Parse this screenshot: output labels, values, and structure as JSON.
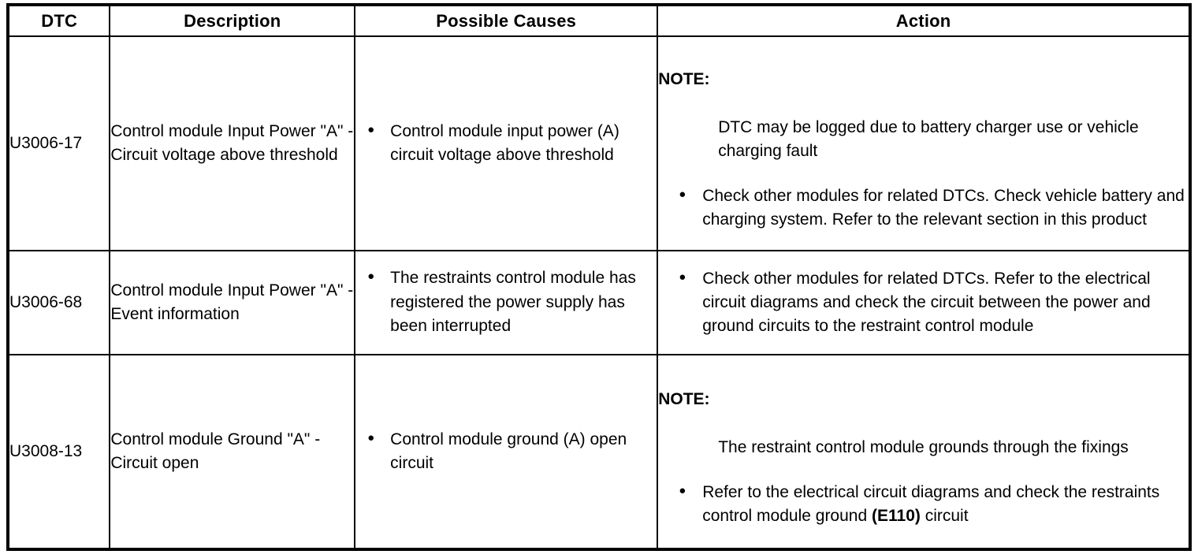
{
  "table": {
    "columns": [
      {
        "key": "dtc",
        "label": "DTC"
      },
      {
        "key": "description",
        "label": "Description"
      },
      {
        "key": "causes",
        "label": "Possible Causes"
      },
      {
        "key": "action",
        "label": "Action"
      }
    ],
    "rows": [
      {
        "dtc": "U3006-17",
        "description": "Control module Input Power \"A\" - Circuit voltage above threshold",
        "causes": [
          "Control module input power (A) circuit voltage above threshold"
        ],
        "action": {
          "note_label": "NOTE:",
          "note_body": "DTC may be logged due to battery charger use or vehicle charging fault",
          "bullets": [
            "Check other modules for related DTCs. Check vehicle battery and charging system. Refer to the relevant section in this product"
          ]
        }
      },
      {
        "dtc": "U3006-68",
        "description": "Control module Input Power \"A\" - Event information",
        "causes": [
          "The restraints control module has registered the power supply has been interrupted"
        ],
        "action": {
          "note_label": "",
          "note_body": "",
          "bullets": [
            "Check other modules for related DTCs. Refer to the electrical circuit diagrams and check the circuit between the power and ground circuits to the restraint control module"
          ]
        }
      },
      {
        "dtc": "U3008-13",
        "description": "Control module Ground \"A\" - Circuit open",
        "causes": [
          "Control module ground (A) open circuit"
        ],
        "action": {
          "note_label": "NOTE:",
          "note_body": "The restraint control module grounds through the fixings",
          "bullets_rich": [
            {
              "pre": "Refer to the electrical circuit diagrams and check the restraints control module ground ",
              "bold": "(E110)",
              "post": " circuit"
            }
          ]
        }
      }
    ]
  },
  "colors": {
    "border": "#000000",
    "background": "#ffffff",
    "text": "#000000"
  }
}
